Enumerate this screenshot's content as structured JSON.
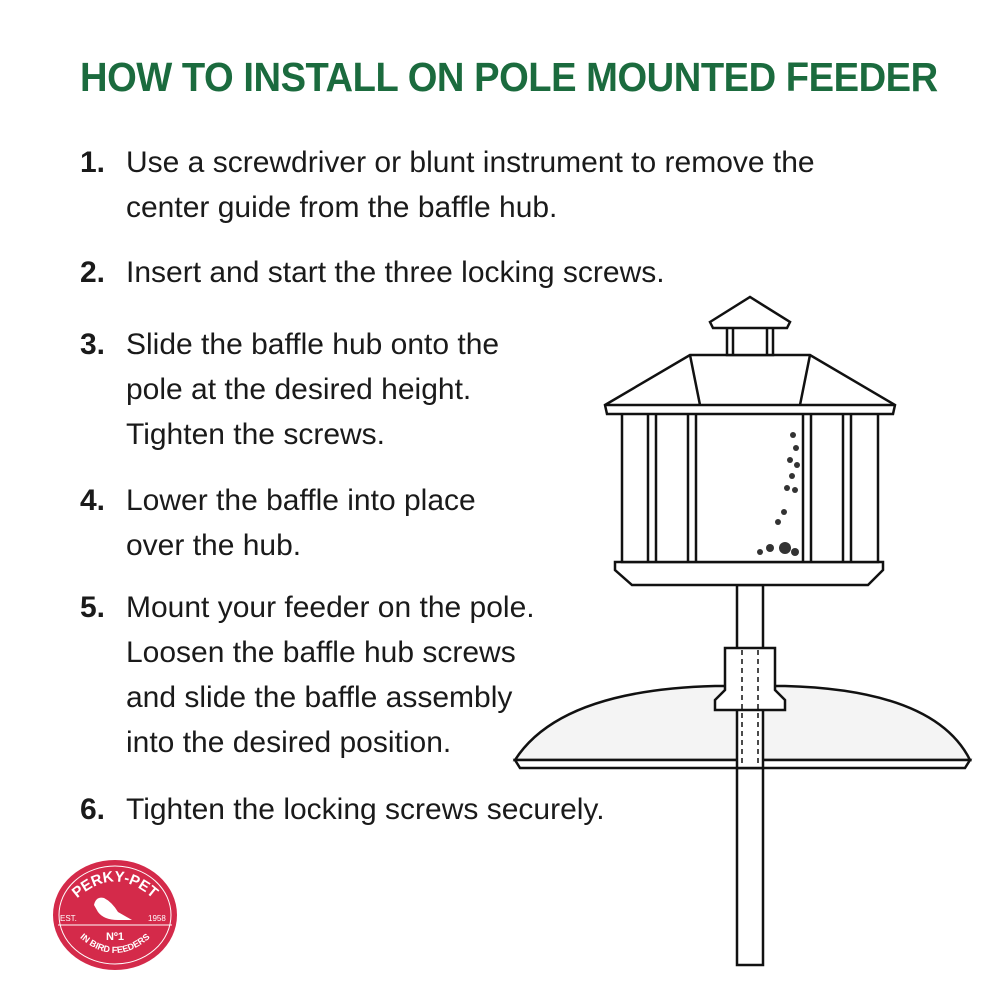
{
  "title": "HOW TO INSTALL ON POLE MOUNTED FEEDER",
  "steps": [
    {
      "num": "1.",
      "text": "Use a screwdriver or blunt instrument to remove the\ncenter guide from the baffle hub."
    },
    {
      "num": "2.",
      "text": "Insert and start the three locking screws."
    },
    {
      "num": "3.",
      "text": "Slide the baffle hub onto the\npole at the desired height.\nTighten the screws."
    },
    {
      "num": "4.",
      "text": "Lower the baffle into place\nover the hub."
    },
    {
      "num": "5.",
      "text": "Mount your feeder on the pole.\nLoosen the baffle hub screws\nand slide the baffle assembly\ninto the desired position."
    },
    {
      "num": "6.",
      "text": "Tighten the locking screws securely."
    }
  ],
  "logo": {
    "brand": "PERKY-PET",
    "est": "EST.",
    "year": "1958",
    "rank": "Nº1",
    "tagline": "IN BIRD FEEDERS"
  },
  "colors": {
    "title": "#1b6b3e",
    "logo": "#d42a4a"
  }
}
